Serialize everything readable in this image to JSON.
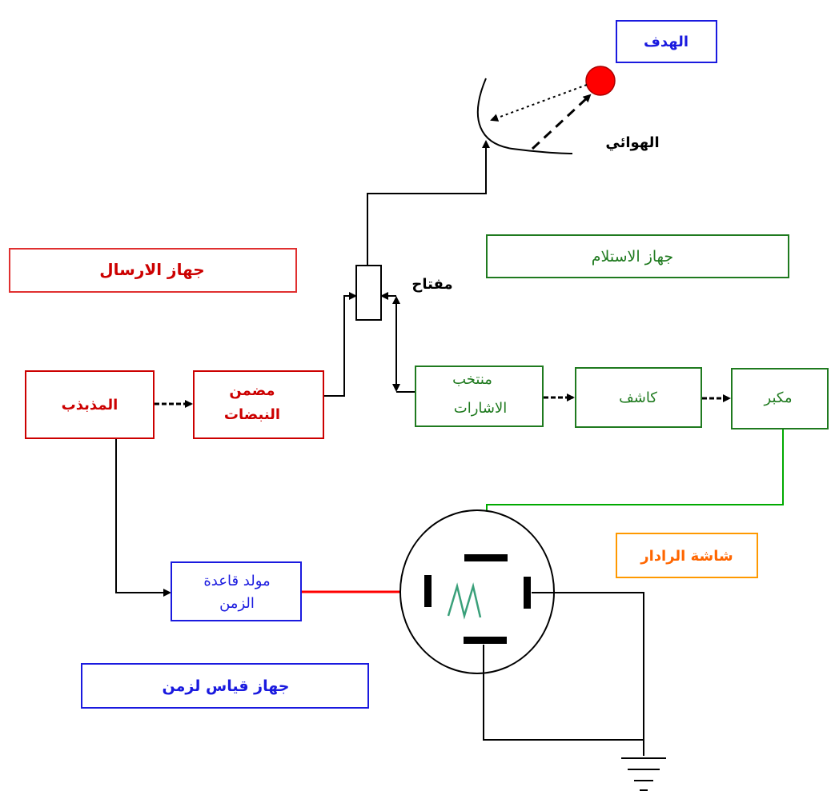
{
  "colors": {
    "transmitter": "#cc0000",
    "receiver": "#1f7a1f",
    "timing": "#1a1adf",
    "screen": "#ff9900",
    "wire": "#000000",
    "target": "#ff0000",
    "trace": "#3aa07a",
    "display_wire": "#00aa00",
    "time_line": "#ff0000"
  },
  "labels": {
    "target": "الهدف",
    "antenna": "الهوائي",
    "switch": "مفتاح",
    "transmitter_title": "جهاز الارسال",
    "receiver_title": "جهاز الاستلام",
    "timing_title": "جهاز قياس لزمن",
    "screen_title": "شاشة الرادار"
  },
  "blocks": {
    "oscillator": "المذبذب",
    "modulator": [
      "مضمن",
      "النبضات"
    ],
    "selector": [
      "منتخب",
      "الاشارات"
    ],
    "detector": "كاشف",
    "amplifier": "مكبر",
    "time_base": [
      "مولد قاعدة",
      "الزمن"
    ]
  }
}
